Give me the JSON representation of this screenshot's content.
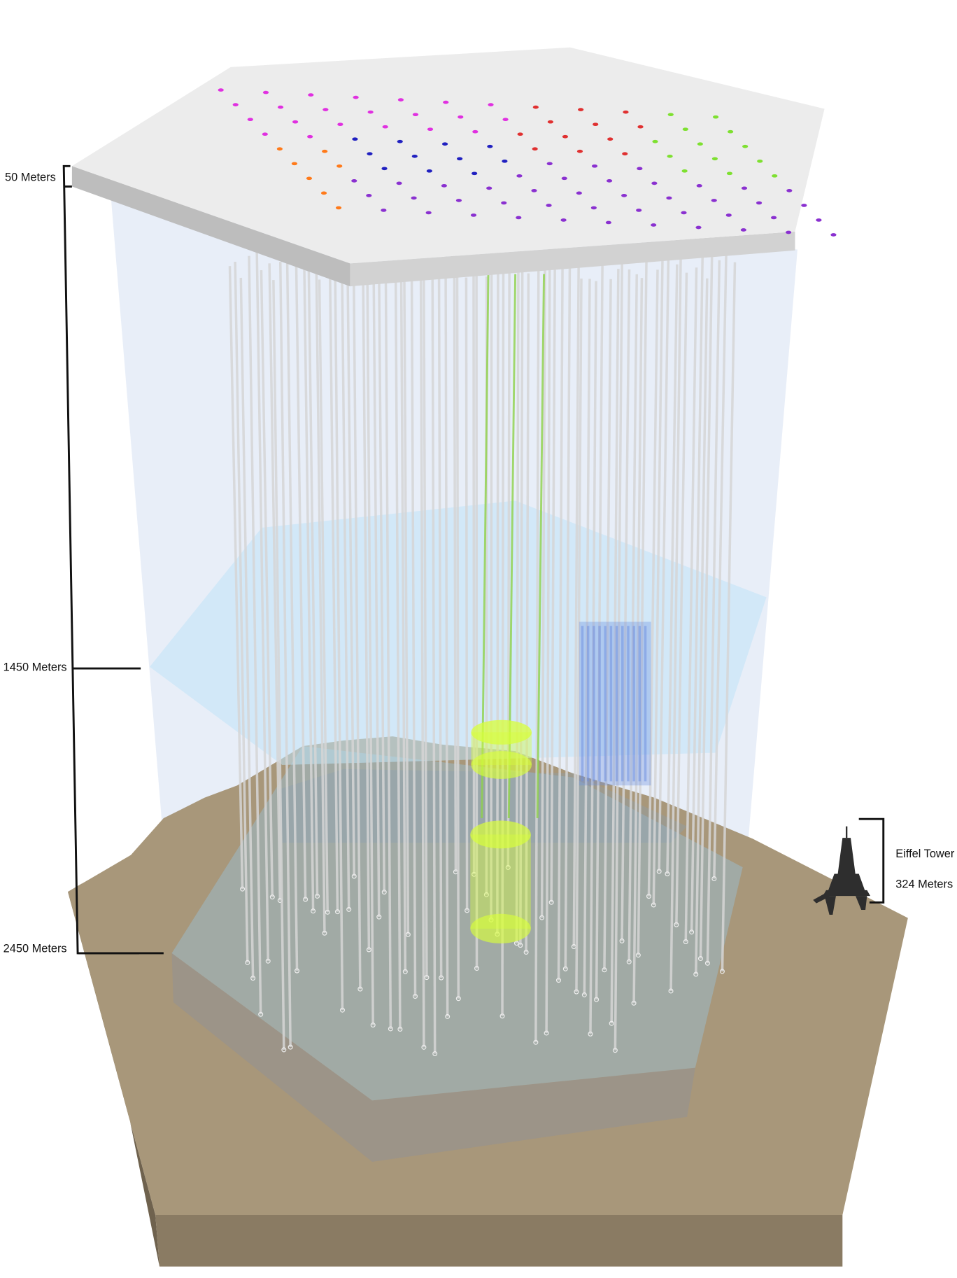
{
  "labels": {
    "depth_top": "50 Meters",
    "depth_mid": "1450 Meters",
    "depth_bottom": "2450 Meters",
    "eiffel_name": "Eiffel Tower",
    "eiffel_height": "324 Meters"
  },
  "colors": {
    "surface": "#e6e6e6",
    "ice_volume": "#dde6f5",
    "mid_plane": "#bfe3f7",
    "bedrock": "#a8977a",
    "bedrock_side": "#8a7a62",
    "detector_block": "#9aa8a8",
    "string": "#d6d6d6",
    "green_string": "#8fd24a",
    "cylinder": "#d8ff3a",
    "deep_core": "#6c8fe0"
  },
  "surface_dot_colors": [
    "#e030e0",
    "#e03030",
    "#7ee030",
    "#2020c0",
    "#ff7a1a",
    "#8a30d0",
    "#30a0e0",
    "#e8d020"
  ]
}
